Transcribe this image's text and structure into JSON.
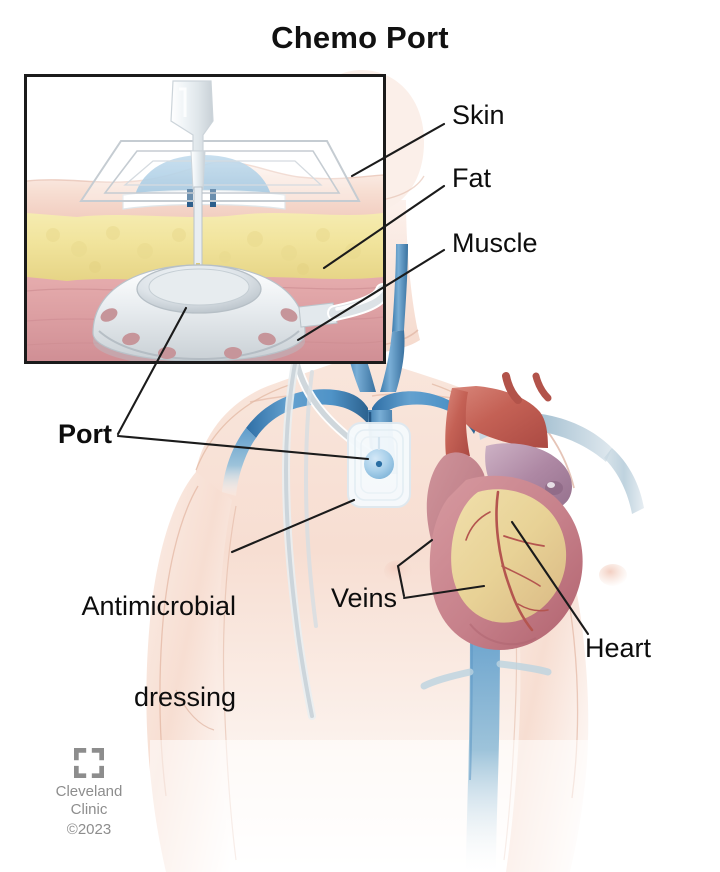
{
  "title": "Chemo Port",
  "domain_note": "medical illustration",
  "labels": {
    "skin": "Skin",
    "fat": "Fat",
    "muscle": "Muscle",
    "port": "Port",
    "antimicrobial_line1": "Antimicrobial",
    "antimicrobial_line2": "dressing",
    "veins": "Veins",
    "heart": "Heart"
  },
  "credit": {
    "logo_icon": "cleveland-clinic-bracket-logo",
    "name_line1": "Cleveland",
    "name_line2": "Clinic",
    "copyright": "©2023"
  },
  "colors": {
    "skin": "#f7ded2",
    "skin_shadow": "#eec6b6",
    "fat": "#f2e6a2",
    "fat_shadow": "#e3d488",
    "muscle": "#dfa0a3",
    "muscle_shadow": "#cd8b90",
    "dermis": "#f3cfc6",
    "vein_blue": "#4f93c7",
    "vein_blue_dark": "#2e6ea4",
    "vein_pale": "#b9cfdc",
    "heart_aorta": "#c9695c",
    "heart_pulmonary": "#b38fa8",
    "heart_muscle": "#c98a92",
    "heart_fat": "#efdba6",
    "coronary": "#b4554f",
    "port_body": "#e3e7ea",
    "port_septum_blue": "#9cc5e3",
    "dressing": "#f2f7fb",
    "catheter": "#d8dee2",
    "label_text": "#0d0d0d",
    "credit_gray": "#8d8d8d",
    "inset_border": "#1b1b1b",
    "leader_line": "#1b1b1b"
  },
  "anatomy_parts": [
    "skin layer (cross-section)",
    "subcutaneous fat layer (cross-section)",
    "muscle layer (cross-section)",
    "implanted port reservoir with suture tabs",
    "huber needle entering port septum",
    "antimicrobial dressing over port site",
    "catheter tubing",
    "internal jugular veins",
    "subclavian veins",
    "superior vena cava",
    "inferior vena cava",
    "heart with aortic arch and pulmonary artery",
    "torso, neck and shoulders"
  ]
}
